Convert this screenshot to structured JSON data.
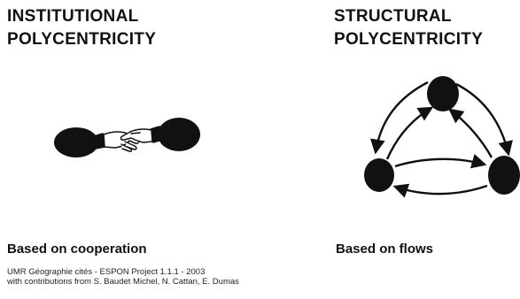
{
  "institutional": {
    "title_line1": "INSTITUTIONAL",
    "title_line2": "POLYCENTRICITY",
    "caption": "Based on cooperation"
  },
  "structural": {
    "title_line1": "STRUCTURAL",
    "title_line2": "POLYCENTRICITY",
    "caption": "Based on flows"
  },
  "source": {
    "line1": "UMR Géographie cités - ESPON Project 1.1.1 -  2003",
    "line2": "with contributions from S. Baudet Michel, N. Cattan, E. Dumas"
  },
  "colors": {
    "node": "#111111",
    "background": "#ffffff"
  }
}
